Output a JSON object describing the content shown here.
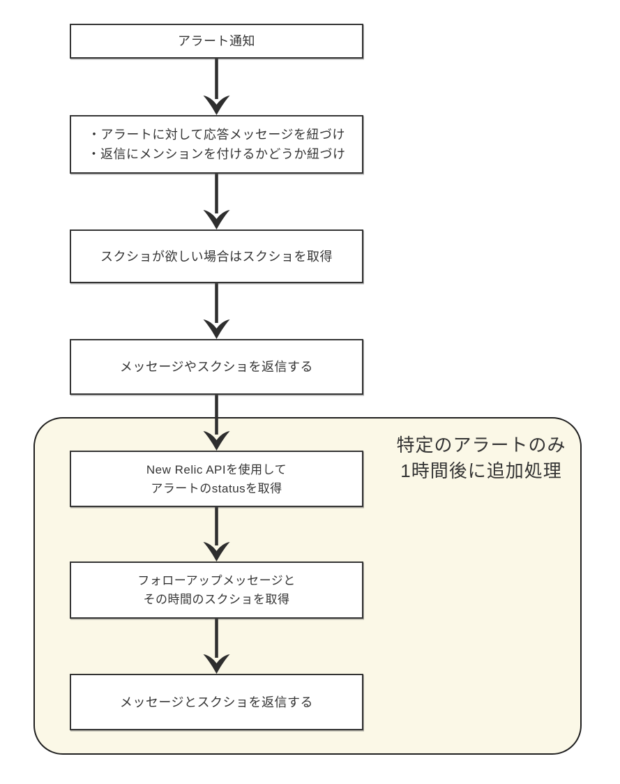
{
  "diagram": {
    "type": "flowchart",
    "background_color": "#ffffff",
    "node_fill": "#ffffff",
    "node_border_color": "#333333",
    "text_color": "#333333",
    "arrow_color": "#2e2e2e",
    "container": {
      "label": "特定のアラートのみ\n1時間後に追加処理",
      "fill": "#fbf8e7",
      "border_color": "#1f1f1f"
    },
    "nodes": [
      {
        "id": "alert-notification",
        "text": "アラート通知"
      },
      {
        "id": "bind-response-settings",
        "text": "・アラートに対して応答メッセージを紐づけ\n・返信にメンションを付けるかどうか紐づけ"
      },
      {
        "id": "get-screenshot-if-wanted",
        "text": "スクショが欲しい場合はスクショを取得"
      },
      {
        "id": "reply-message-or-screenshot",
        "text": "メッセージやスクショを返信する"
      },
      {
        "id": "newrelic-get-status",
        "text": "New Relic APIを使用して\nアラートのstatusを取得"
      },
      {
        "id": "get-followup-message-screenshot",
        "text": "フォローアップメッセージと\nその時間のスクショを取得"
      },
      {
        "id": "reply-message-and-screenshot",
        "text": "メッセージとスクショを返信する"
      }
    ],
    "edges": [
      {
        "from": "alert-notification",
        "to": "bind-response-settings"
      },
      {
        "from": "bind-response-settings",
        "to": "get-screenshot-if-wanted"
      },
      {
        "from": "get-screenshot-if-wanted",
        "to": "reply-message-or-screenshot"
      },
      {
        "from": "reply-message-or-screenshot",
        "to": "newrelic-get-status"
      },
      {
        "from": "newrelic-get-status",
        "to": "get-followup-message-screenshot"
      },
      {
        "from": "get-followup-message-screenshot",
        "to": "reply-message-and-screenshot"
      }
    ]
  }
}
